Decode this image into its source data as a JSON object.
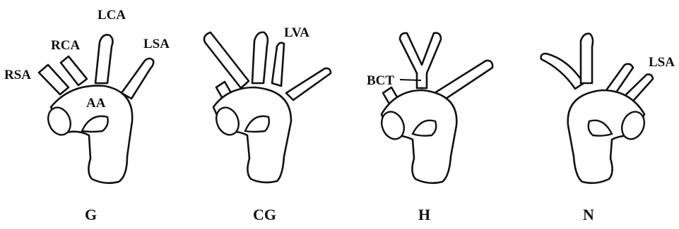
{
  "panels": [
    {
      "caption": "G",
      "labels": {
        "rsa": "RSA",
        "rca": "RCA",
        "lca": "LCA",
        "lsa": "LSA",
        "aa": "AA"
      }
    },
    {
      "caption": "CG",
      "labels": {
        "lva": "LVA"
      }
    },
    {
      "caption": "H",
      "labels": {
        "bct": "BCT"
      }
    },
    {
      "caption": "N",
      "labels": {
        "lsa": "LSA"
      }
    }
  ]
}
